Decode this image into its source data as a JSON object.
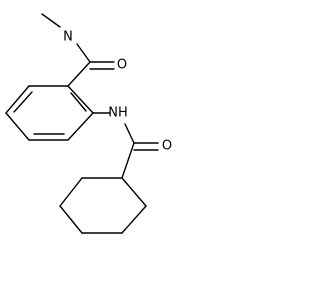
{
  "molecule": {
    "atoms": {
      "n_methylamide": "N",
      "amide_o_top": "O",
      "anilide_n": "NH",
      "amide_o_bottom": "O"
    },
    "colors": {
      "bond": "#000000",
      "label": "#000000",
      "background": "#ffffff"
    }
  }
}
